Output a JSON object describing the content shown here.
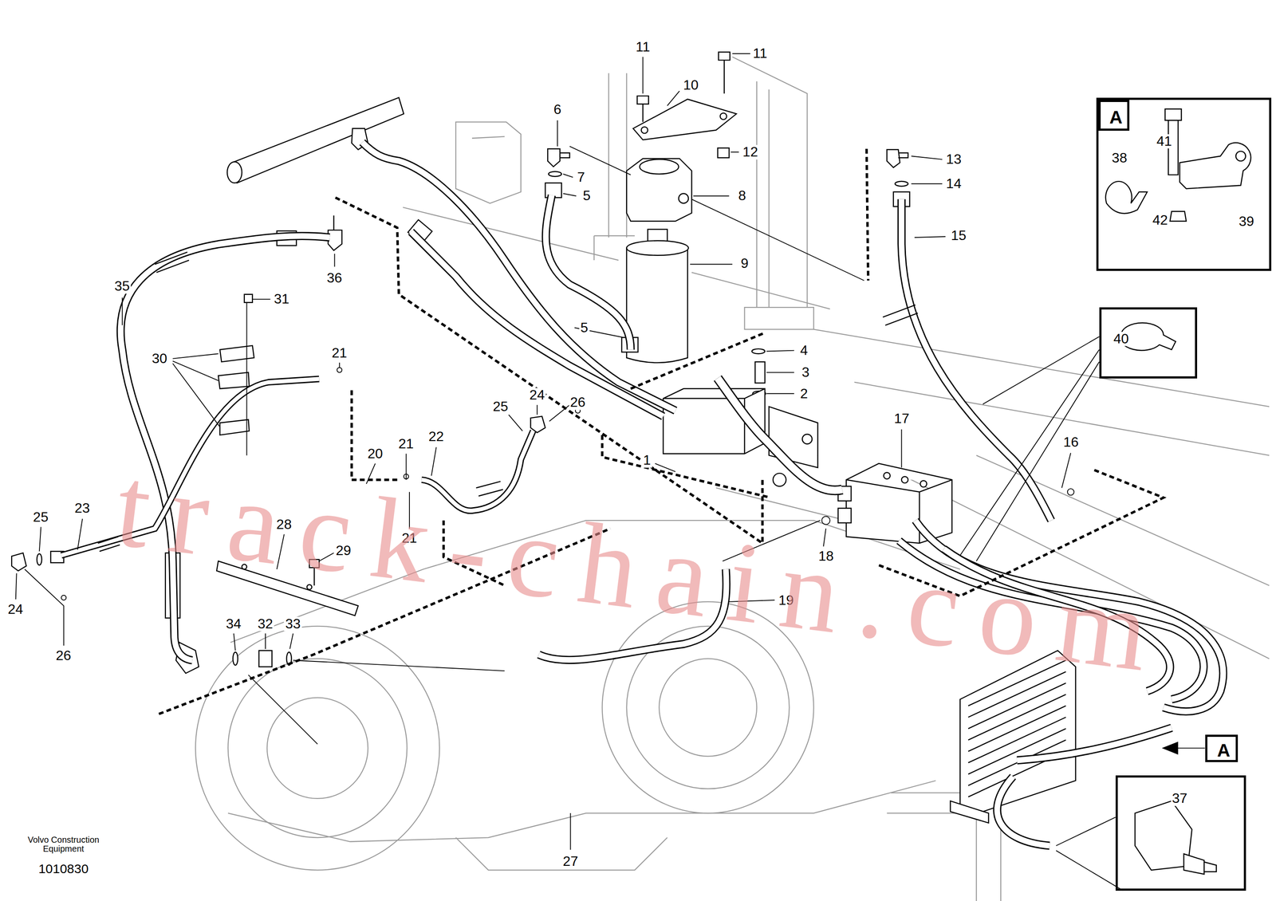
{
  "diagram": {
    "nodes": [
      {
        "text": [
          "38",
          "41",
          "42",
          "39"
        ]
      },
      {
        "text": [
          "A"
        ],
        "in": 0
      },
      {
        "text": [
          "40"
        ]
      },
      {
        "text": [
          "A"
        ]
      },
      {
        "text": [
          "37"
        ]
      }
    ],
    "labels": [
      "11",
      "11",
      "10",
      "6",
      "12",
      "13",
      "7",
      "14",
      "8",
      "5",
      "15",
      "9",
      "36",
      "35",
      "31",
      "5",
      "4",
      "21",
      "30",
      "3",
      "24",
      "2",
      "26",
      "25",
      "17",
      "22",
      "21",
      "16",
      "20",
      "1",
      "23",
      "25",
      "28",
      "21",
      "29",
      "18",
      "19",
      "24",
      "34",
      "32",
      "33",
      "26",
      "27",
      "Volvo Construction Equipment",
      "1010830",
      "track-chain.com"
    ]
  }
}
